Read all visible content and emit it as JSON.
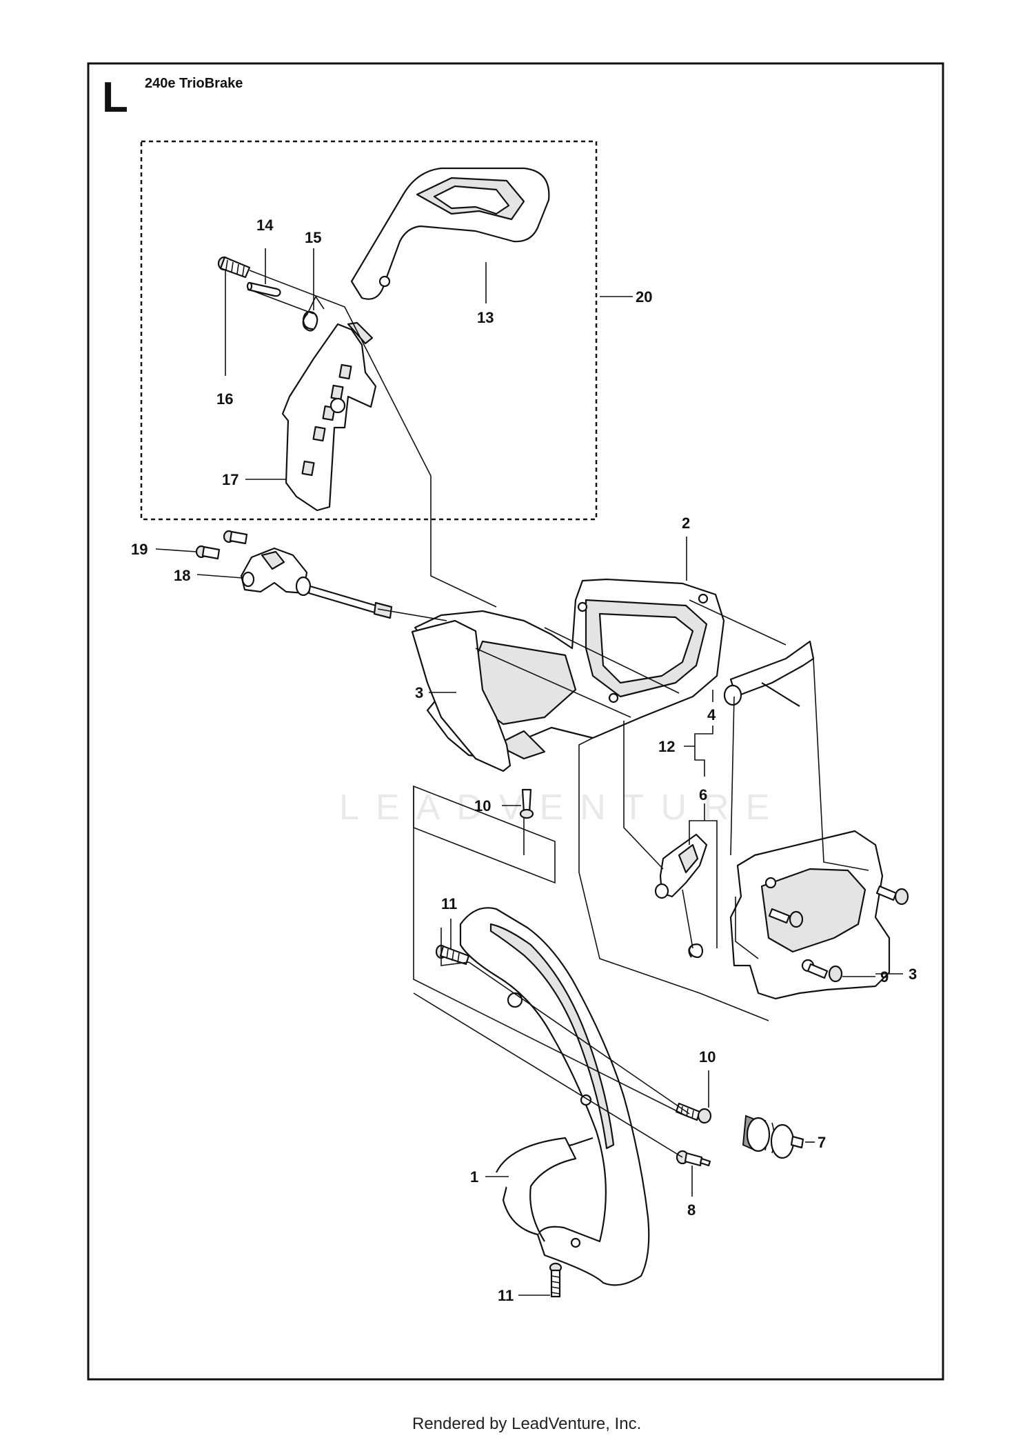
{
  "section_letter": "L",
  "model_title": "240e TrioBrake",
  "watermark": "LEADVENTURE",
  "footer": "Rendered by LeadVenture, Inc.",
  "callouts": {
    "c1": "1",
    "c2": "2",
    "c3a": "3",
    "c3b": "3",
    "c4": "4",
    "c6": "6",
    "c7": "7",
    "c8": "8",
    "c9": "9",
    "c10a": "10",
    "c10b": "10",
    "c11a": "11",
    "c11b": "11",
    "c12": "12",
    "c13": "13",
    "c14": "14",
    "c15": "15",
    "c16": "16",
    "c17": "17",
    "c18": "18",
    "c19": "19",
    "c20": "20"
  },
  "parts": [
    {
      "ref": "1",
      "icon": "front-handle-icon"
    },
    {
      "ref": "2",
      "icon": "brake-housing-icon"
    },
    {
      "ref": "3",
      "icon": "side-cover-icon"
    },
    {
      "ref": "4",
      "icon": "brake-lever-icon"
    },
    {
      "ref": "6",
      "icon": "brake-spring-lever-icon"
    },
    {
      "ref": "7",
      "icon": "coil-spring-icon"
    },
    {
      "ref": "8",
      "icon": "pin-screw-icon"
    },
    {
      "ref": "9",
      "icon": "screw-icon"
    },
    {
      "ref": "10",
      "icon": "screw-icon"
    },
    {
      "ref": "11",
      "icon": "screw-icon"
    },
    {
      "ref": "13",
      "icon": "hand-guard-cap-icon"
    },
    {
      "ref": "14",
      "icon": "pin-icon"
    },
    {
      "ref": "15",
      "icon": "torsion-spring-icon"
    },
    {
      "ref": "16",
      "icon": "screw-icon"
    },
    {
      "ref": "17",
      "icon": "guard-bracket-icon"
    },
    {
      "ref": "18",
      "icon": "cable-bracket-icon"
    },
    {
      "ref": "19",
      "icon": "screw-icon"
    }
  ]
}
